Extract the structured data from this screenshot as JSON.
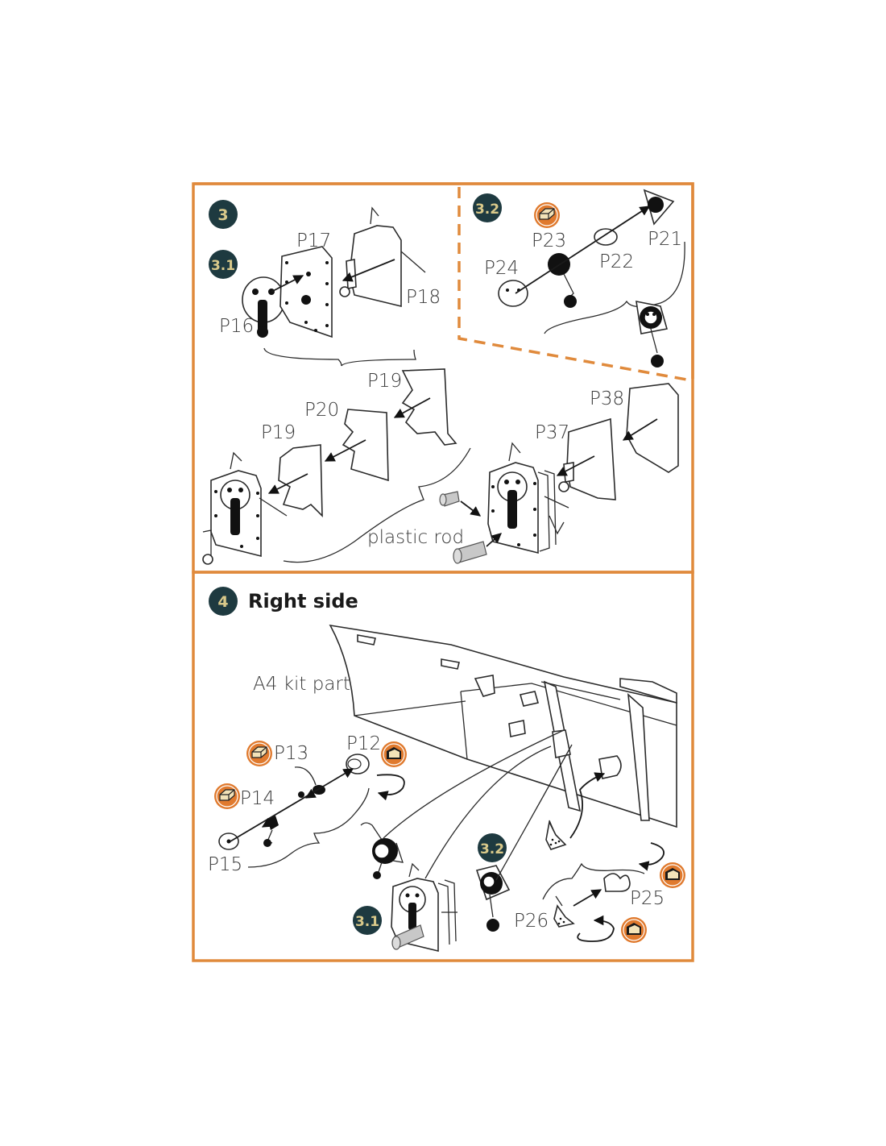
{
  "colors": {
    "frame": "#e08a3c",
    "badge": "#1e3a40",
    "badge_text": "#d9c98a",
    "pe_icon": "#e07a2e"
  },
  "step3": {
    "badge": "3",
    "sub_badge_1": "3.1",
    "sub_badge_2": "3.2",
    "labels": {
      "p16": "P16",
      "p17": "P17",
      "p18": "P18",
      "p19a": "P19",
      "p19b": "P19",
      "p20": "P20",
      "p21": "P21",
      "p22": "P22",
      "p23": "P23",
      "p24": "P24",
      "p37": "P37",
      "p38": "P38",
      "plastic_rod": "plastic rod"
    },
    "icons": [
      "photo-etch-bend-icon"
    ]
  },
  "step4": {
    "badge": "4",
    "title": "Right side",
    "sub_badge_1": "3.1",
    "sub_badge_2": "3.2",
    "labels": {
      "kit_part": "A4 kit part",
      "p12": "P12",
      "p13": "P13",
      "p14": "P14",
      "p15": "P15",
      "p25": "P25",
      "p26": "P26"
    },
    "icons": [
      "photo-etch-bend-icon",
      "rotate-arrow-icon"
    ]
  }
}
